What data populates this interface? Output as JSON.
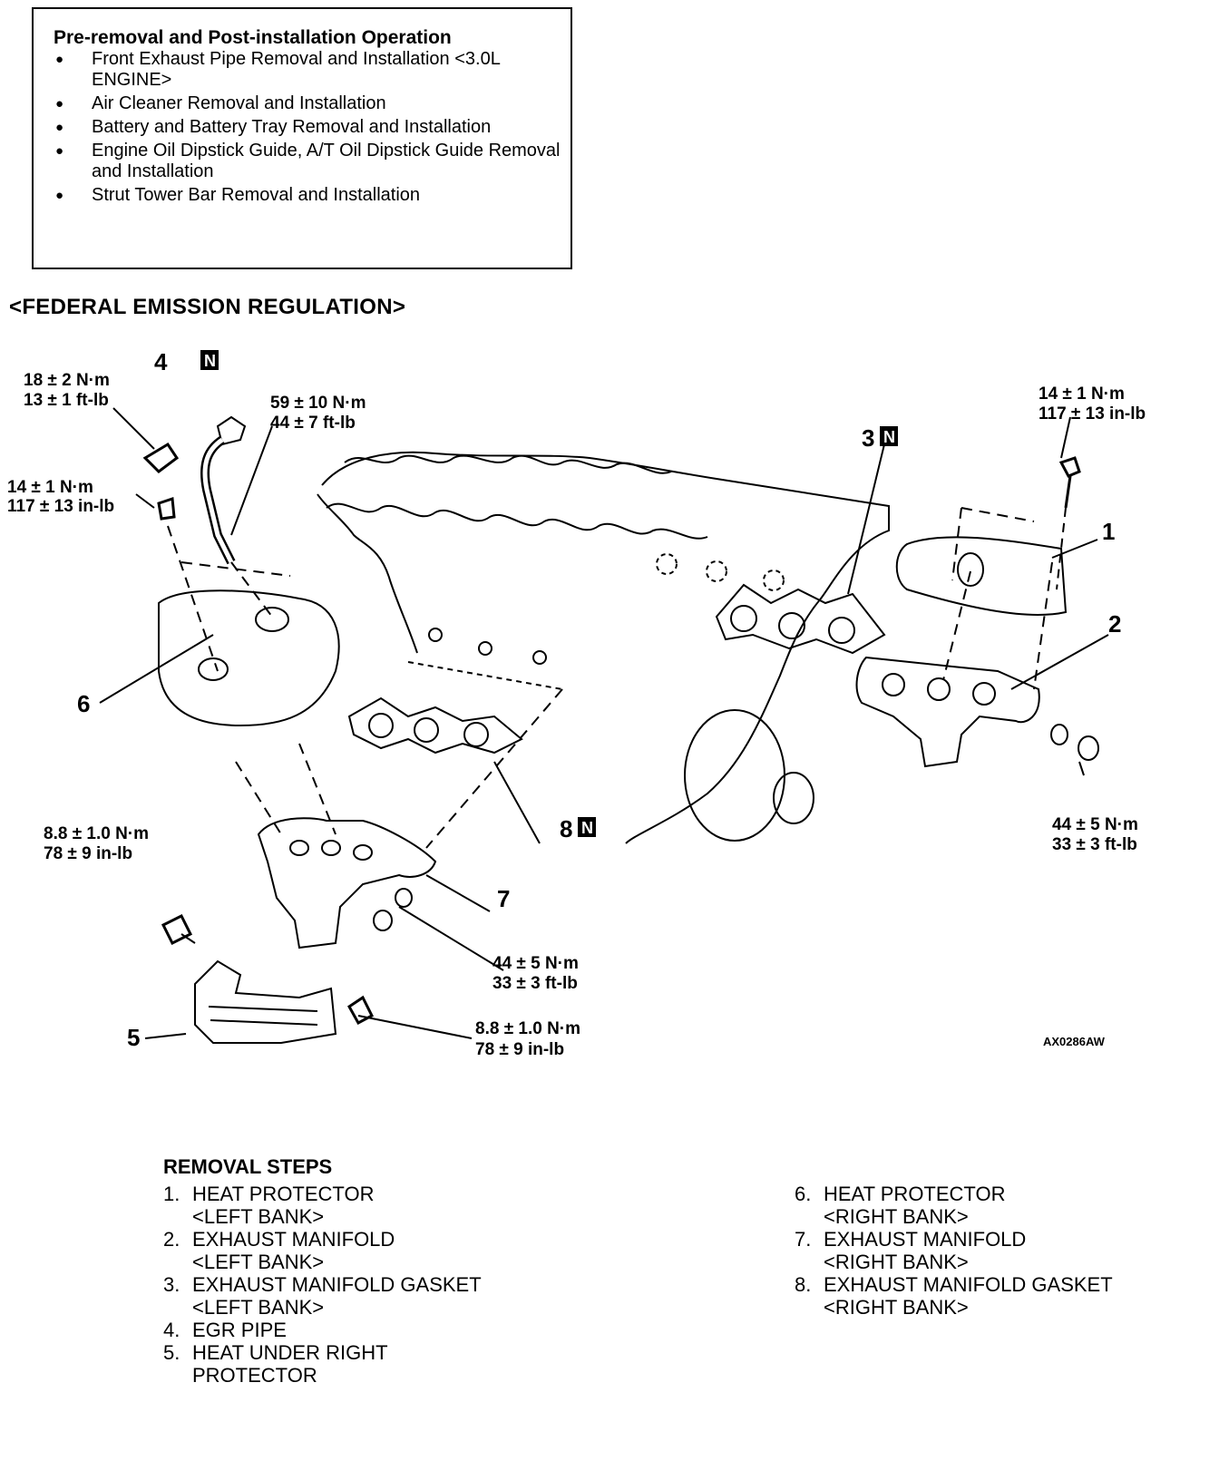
{
  "pre_removal": {
    "title": "Pre-removal and Post-installation Operation",
    "items": [
      "Front Exhaust Pipe Removal and Installation <3.0L ENGINE>",
      "Air Cleaner Removal and Installation",
      "Battery and Battery Tray Removal and Installation",
      "Engine Oil Dipstick Guide, A/T Oil Dipstick Guide Removal and Installation",
      "Strut Tower Bar Removal and Installation"
    ]
  },
  "heading": "<FEDERAL EMISSION REGULATION>",
  "diagram": {
    "figure_code": "AX0286AW",
    "new_part_marker": "N",
    "callouts": {
      "c1": "1",
      "c2": "2",
      "c3": "3",
      "c4": "4",
      "c5": "5",
      "c6": "6",
      "c7": "7",
      "c8": "8"
    },
    "torques": {
      "egr_bolt": [
        "18 ± 2 N·m",
        "13 ± 1 ft-lb"
      ],
      "egr_nut": [
        "59 ± 10 N·m",
        "44 ± 7 ft-lb"
      ],
      "right_heat_bolt": [
        "14 ± 1 N·m",
        "117 ± 13 in-lb"
      ],
      "left_heat_bolt": [
        "14 ± 1 N·m",
        "117 ± 13 in-lb"
      ],
      "left_manifold_nut": [
        "44 ± 5 N·m",
        "33 ± 3 ft-lb"
      ],
      "under_protector_bolt_left": [
        "8.8 ± 1.0 N·m",
        "78 ± 9 in-lb"
      ],
      "right_manifold_nut": [
        "44 ± 5 N·m",
        "33 ± 3 ft-lb"
      ],
      "under_protector_bolt_right": [
        "8.8 ± 1.0 N·m",
        "78 ± 9 in-lb"
      ]
    }
  },
  "removal_steps": {
    "title": "REMOVAL STEPS",
    "col1": [
      {
        "num": "1.",
        "label": "HEAT PROTECTOR",
        "sub": "<LEFT BANK>"
      },
      {
        "num": "2.",
        "label": "EXHAUST MANIFOLD",
        "sub": "<LEFT BANK>"
      },
      {
        "num": "3.",
        "label": "EXHAUST MANIFOLD GASKET",
        "sub": "<LEFT BANK>"
      },
      {
        "num": "4.",
        "label": "EGR PIPE",
        "sub": ""
      },
      {
        "num": "5.",
        "label": "HEAT UNDER RIGHT",
        "sub": "PROTECTOR"
      }
    ],
    "col2": [
      {
        "num": "6.",
        "label": "HEAT PROTECTOR",
        "sub": "<RIGHT BANK>"
      },
      {
        "num": "7.",
        "label": "EXHAUST MANIFOLD",
        "sub": "<RIGHT BANK>"
      },
      {
        "num": "8.",
        "label": "EXHAUST MANIFOLD GASKET",
        "sub": "<RIGHT BANK>"
      }
    ]
  }
}
